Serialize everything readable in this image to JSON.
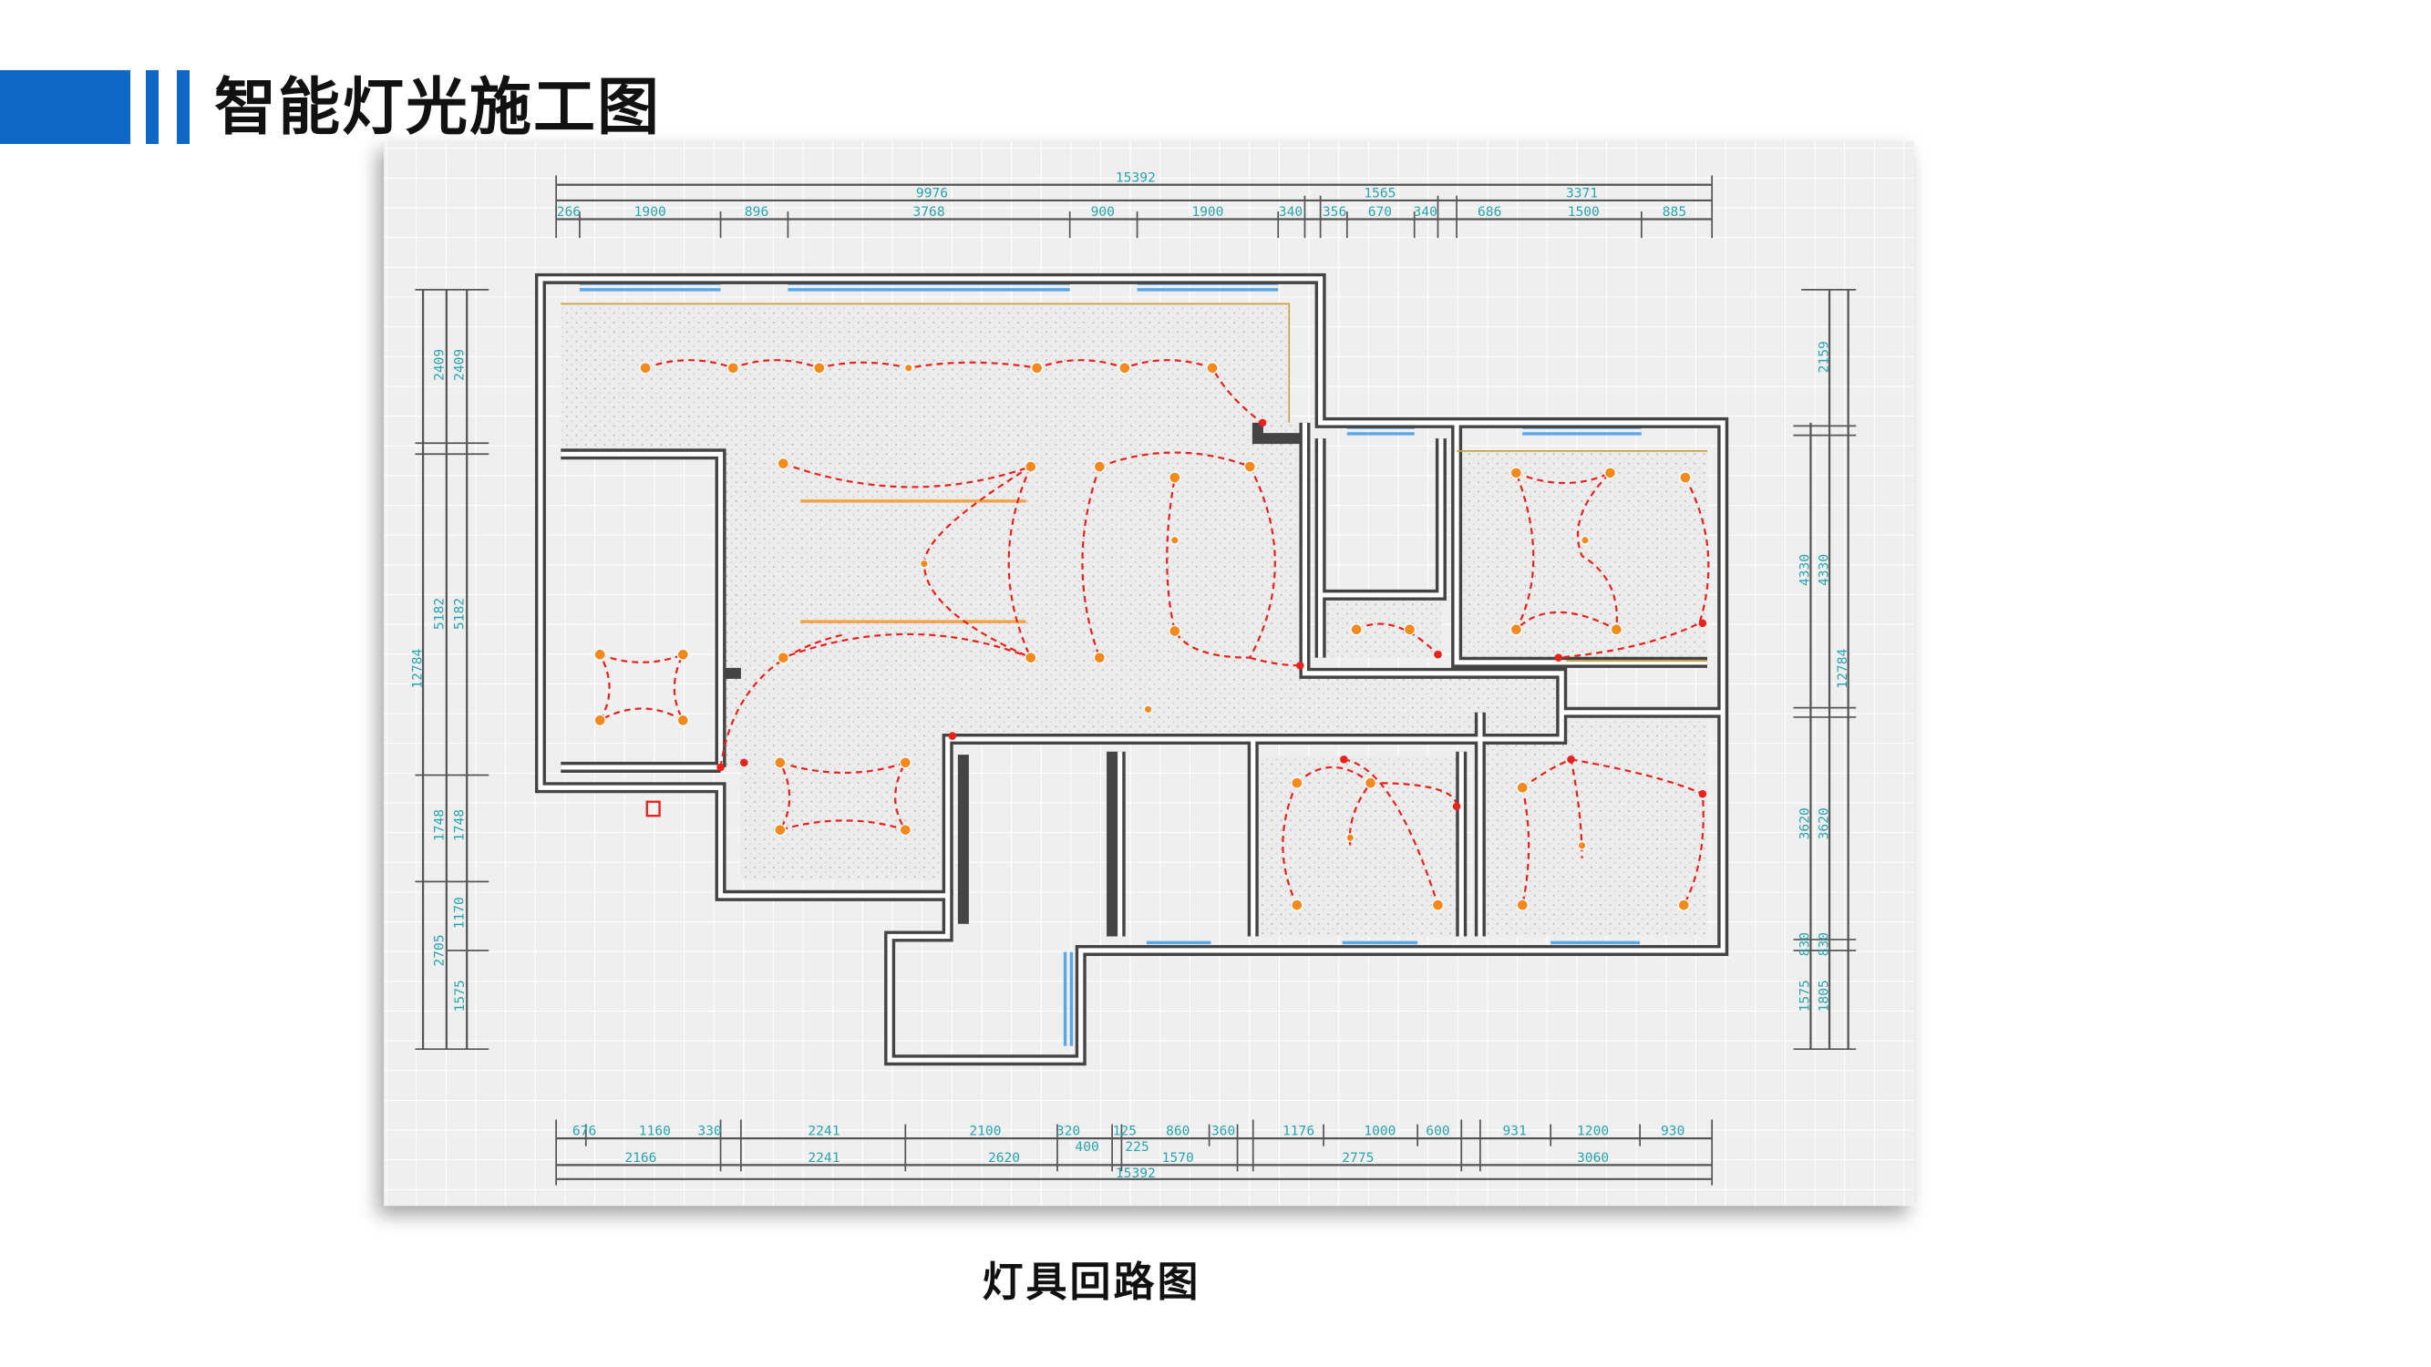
{
  "header": {
    "title": "智能灯光施工图"
  },
  "caption": "灯具回路图",
  "colors": {
    "accent": "#0f67c6",
    "wall": "#444444",
    "light": "#f28a1e",
    "circuit": "#e8231e",
    "dimension": "#2aa3b0",
    "window": "#5aa8e8"
  },
  "dimensions": {
    "top_total": "15392",
    "top_groups": [
      "9976",
      "1565",
      "3371"
    ],
    "top_segments": [
      "266",
      "1900",
      "896",
      "3768",
      "900",
      "1900",
      "340",
      "356",
      "670",
      "340",
      "686",
      "1500",
      "885"
    ],
    "bottom_segments": [
      "676",
      "1160",
      "330",
      "2241",
      "2100",
      "320",
      "125",
      "860",
      "360",
      "1176",
      "1000",
      "600",
      "931",
      "1200",
      "930"
    ],
    "bottom_sub": [
      "400",
      "225"
    ],
    "bottom_groups": [
      "2166",
      "2241",
      "2620",
      "1570",
      "2775",
      "3060"
    ],
    "bottom_total": "15392",
    "left_outer": [
      "2409",
      "5182",
      "1748",
      "2705"
    ],
    "left_inner": [
      "2409",
      "5182",
      "1748",
      "1170",
      "1575"
    ],
    "left_total": "12784",
    "right_inner": [
      "2159",
      "4330",
      "3620",
      "830",
      "1805"
    ],
    "right_outer": [
      "4330",
      "3620",
      "830",
      "1575"
    ],
    "right_total": "12784"
  }
}
